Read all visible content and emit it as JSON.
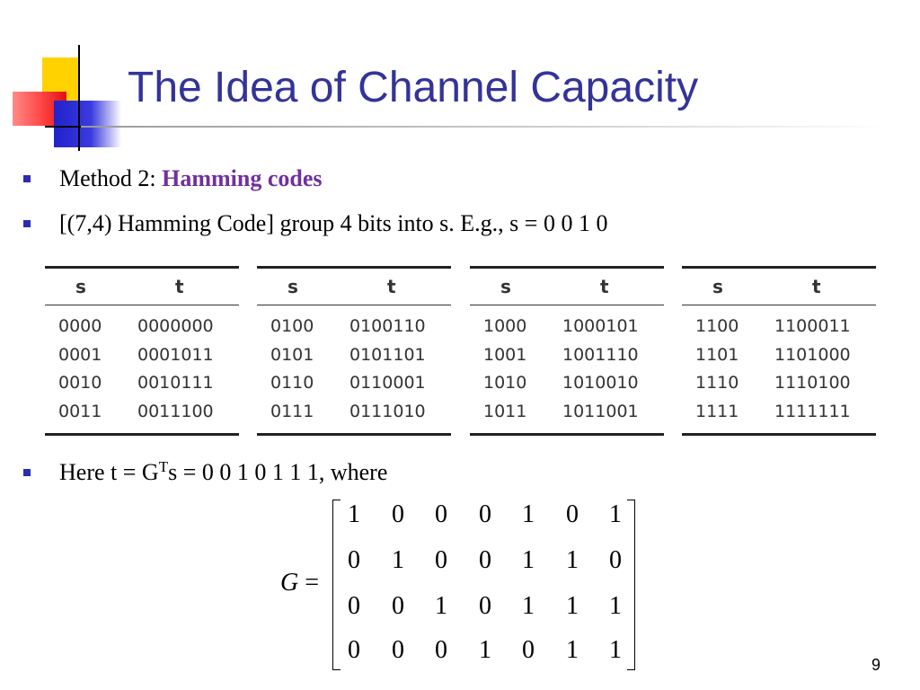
{
  "title": "The Idea of Channel Capacity",
  "bullets": {
    "b1_prefix": "Method 2: ",
    "b1_highlight": "Hamming codes",
    "b2": "[(7,4) Hamming Code] group 4 bits into s.  E.g., s = 0 0 1 0",
    "b3_pre": "Here t = G",
    "b3_sup": "T",
    "b3_post": "s = 0 0 1 0 1 1 1, where"
  },
  "tables": [
    {
      "header_s": "s",
      "header_t": "t",
      "rows": [
        {
          "s": "0000",
          "t": "0000000"
        },
        {
          "s": "0001",
          "t": "0001011"
        },
        {
          "s": "0010",
          "t": "0010111"
        },
        {
          "s": "0011",
          "t": "0011100"
        }
      ]
    },
    {
      "header_s": "s",
      "header_t": "t",
      "rows": [
        {
          "s": "0100",
          "t": "0100110"
        },
        {
          "s": "0101",
          "t": "0101101"
        },
        {
          "s": "0110",
          "t": "0110001"
        },
        {
          "s": "0111",
          "t": "0111010"
        }
      ]
    },
    {
      "header_s": "s",
      "header_t": "t",
      "rows": [
        {
          "s": "1000",
          "t": "1000101"
        },
        {
          "s": "1001",
          "t": "1001110"
        },
        {
          "s": "1010",
          "t": "1010010"
        },
        {
          "s": "1011",
          "t": "1011001"
        }
      ]
    },
    {
      "header_s": "s",
      "header_t": "t",
      "rows": [
        {
          "s": "1100",
          "t": "1100011"
        },
        {
          "s": "1101",
          "t": "1101000"
        },
        {
          "s": "1110",
          "t": "1110100"
        },
        {
          "s": "1111",
          "t": "1111111"
        }
      ]
    }
  ],
  "matrix": {
    "label": "G",
    "equals": " =",
    "rows": [
      [
        "1",
        "0",
        "0",
        "0",
        "1",
        "0",
        "1"
      ],
      [
        "0",
        "1",
        "0",
        "0",
        "1",
        "1",
        "0"
      ],
      [
        "0",
        "0",
        "1",
        "0",
        "1",
        "1",
        "1"
      ],
      [
        "0",
        "0",
        "0",
        "1",
        "0",
        "1",
        "1"
      ]
    ]
  },
  "page_number": "9",
  "colors": {
    "title": "#33339a",
    "highlight": "#7030a0",
    "bullet_marker": "#2b2bb4"
  }
}
